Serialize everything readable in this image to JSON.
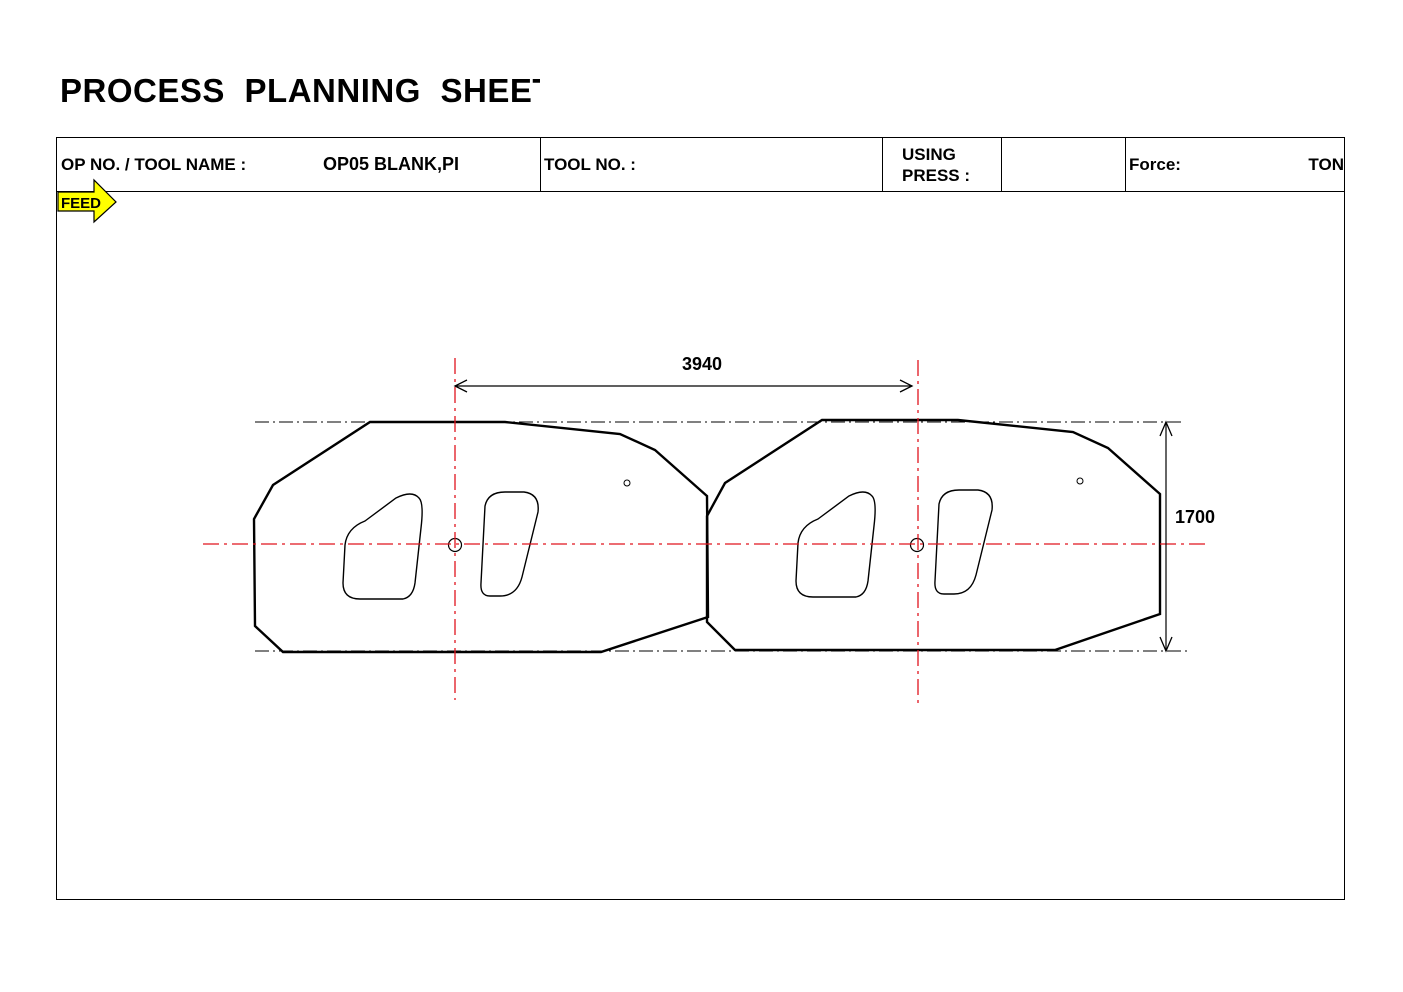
{
  "sheet": {
    "title": "PROCESS  PLANNING  SHEET",
    "header": {
      "op_label": "OP NO. / TOOL NAME :",
      "op_value": "OP05  BLANK,PI",
      "tool_label": "TOOL NO. :",
      "press_label_line1": "USING",
      "press_label_line2": "PRESS :",
      "force_label": "Force:",
      "force_unit": "TON"
    },
    "feed_label": "FEED"
  },
  "drawing": {
    "pitch_dimension": "3940",
    "width_dimension": "1700",
    "colors": {
      "outline": "#000000",
      "centerline": "#e0141e",
      "feed_arrow_fill": "#ffff00"
    }
  }
}
